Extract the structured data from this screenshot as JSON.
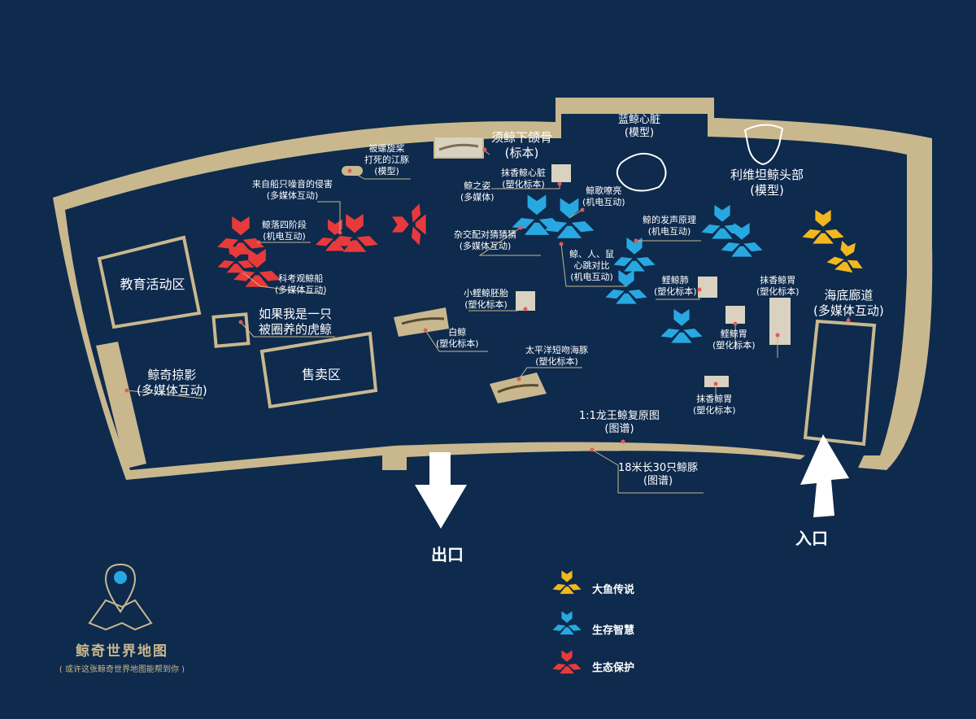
{
  "colors": {
    "background": "#0e2a4d",
    "wall": "#c9b88e",
    "legend_yellow": "#f2b81d",
    "legend_blue": "#28a8e0",
    "legend_red": "#e83a3a",
    "pin": "#e05a5a"
  },
  "zones": {
    "education": "教育活动区",
    "shop": "售卖区",
    "photo_line1": "鲸奇掠影",
    "photo_line2": "(多媒体互动)",
    "orca_line1": "如果我是一只",
    "orca_line2": "被圈养的虎鲸",
    "tunnel_line1": "海底廊道",
    "tunnel_line2": "(多媒体互动)"
  },
  "exhibits": {
    "propeller_l1": "被螺旋桨",
    "propeller_l2": "打死的江豚",
    "propeller_l3": "(模型)",
    "noise_l1": "来自船只噪音的侵害",
    "noise_l2": "(多媒体互动)",
    "fall_l1": "鲸落四阶段",
    "fall_l2": "(机电互动)",
    "research_l1": "科考观鲸船",
    "research_l2": "(多媒体互动)",
    "jaw_l1": "须鲸下颌骨",
    "jaw_l2": "(标本)",
    "heart_l1": "蓝鲸心脏",
    "heart_l2": "(模型)",
    "sperm_heart_l1": "抹香鲸心脏",
    "sperm_heart_l2": "(塑化标本)",
    "beauty_l1": "鲸之姿",
    "beauty_l2": "(多媒体)",
    "song_l1": "鲸歌嘹亮",
    "song_l2": "(机电互动)",
    "levi_l1": "利维坦鲸头部",
    "levi_l2": "(模型)",
    "hybrid_l1": "杂交配对猜猜猜",
    "hybrid_l2": "(多媒体互动)",
    "voice_l1": "鲸的发声原理",
    "voice_l2": "(机电互动)",
    "hearts_l1": "鲸、人、鼠",
    "hearts_l2": "心跳对比",
    "hearts_l3": "(机电互动)",
    "lung_l1": "鲣鲸肺",
    "lung_l2": "(塑化标本)",
    "sperm_stomach1_l1": "抹香鲸胃",
    "sperm_stomach1_l2": "(塑化标本)",
    "embryo_l1": "小鲣鲸胚胎",
    "embryo_l2": "(塑化标本)",
    "beluga_l1": "白鲸",
    "beluga_l2": "(塑化标本)",
    "stomach_l1": "鲣鲸胃",
    "stomach_l2": "(塑化标本)",
    "dolphin_l1": "太平洋短吻海豚",
    "dolphin_l2": "(塑化标本)",
    "sperm_stomach2_l1": "抹香鲸胃",
    "sperm_stomach2_l2": "(塑化标本)",
    "dragon_l1": "1:1龙王鲸复原图",
    "dragon_l2": "(图谱)",
    "whales_l1": "18米长30只鲸豚",
    "whales_l2": "(图谱)"
  },
  "exit_label": "出口",
  "entrance_label": "入口",
  "legend": [
    {
      "label": "大鱼传说",
      "color": "#f2b81d"
    },
    {
      "label": "生存智慧",
      "color": "#28a8e0"
    },
    {
      "label": "生态保护",
      "color": "#e83a3a"
    }
  ],
  "map_title": "鲸奇世界地图",
  "map_subtitle": "( 或许这张鲸奇世界地图能帮到你 )",
  "icons": [
    "location-pin-icon",
    "folded-map-icon",
    "triskelion-icon",
    "arrow-down-icon",
    "arrow-up-icon"
  ]
}
